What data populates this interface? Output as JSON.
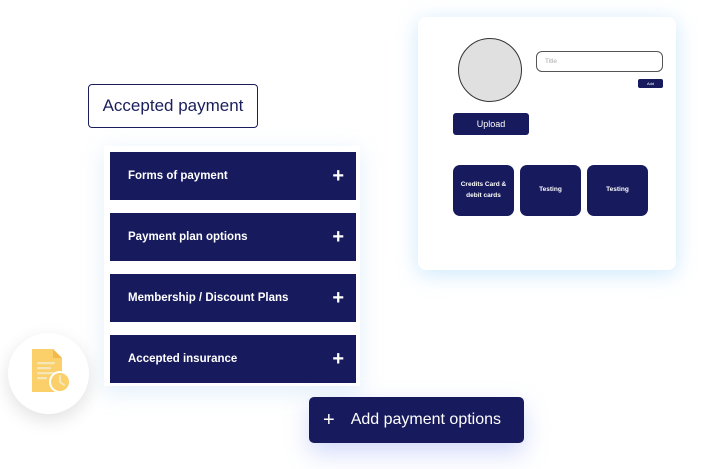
{
  "section": {
    "title": "Accepted payment"
  },
  "accordion": {
    "items": [
      {
        "label": "Forms of payment",
        "toggle": "+"
      },
      {
        "label": "Payment plan options",
        "toggle": "+"
      },
      {
        "label": "Membership / Discount Plans",
        "toggle": "+"
      },
      {
        "label": "Accepted insurance",
        "toggle": "+"
      }
    ]
  },
  "card": {
    "title_placeholder": "Title",
    "add_label": "Add",
    "upload_label": "Upload",
    "payment_tiles": [
      {
        "label": "Credits Card & debit cards"
      },
      {
        "label": "Testing"
      },
      {
        "label": "Testing"
      }
    ]
  },
  "footer": {
    "add_options_label": "Add payment options",
    "add_options_icon": "+"
  },
  "icons": {
    "document": "document-clock-icon"
  },
  "colors": {
    "navy": "#171a5c",
    "doc_yellow": "#fbd06b",
    "avatar_gray": "#e0e0e0"
  }
}
